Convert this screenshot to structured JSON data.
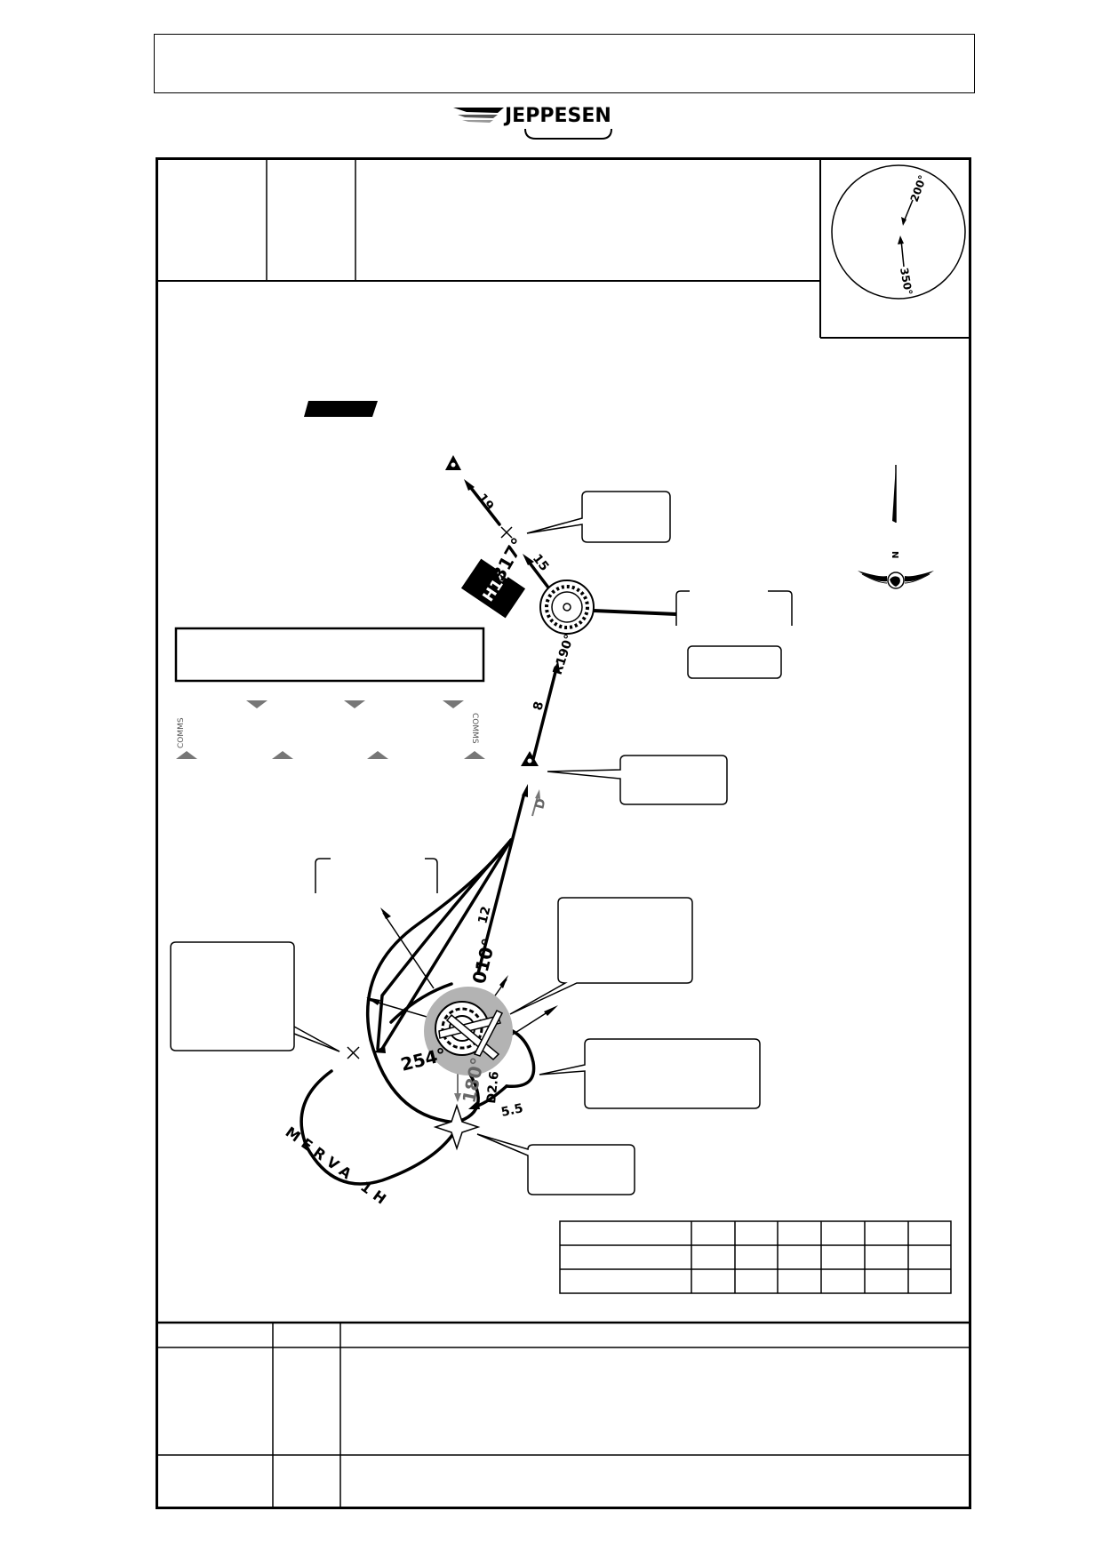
{
  "header": {
    "brand": "JEPPESEN"
  },
  "magnetic_variation": {
    "heading_1": "200°",
    "heading_2": "350°"
  },
  "route": {
    "name": "MERVA 1H",
    "course_317": "317°",
    "course_010": "010°",
    "course_254": "254°",
    "course_180": "180°",
    "radial": "R190°",
    "dme": "D2.6",
    "leg_19": "19",
    "leg_15": "15",
    "leg_8": "8",
    "leg_12": "12",
    "leg_5_5": "5.5",
    "dme_marker": "D",
    "airway": "H14"
  },
  "comms_band": {
    "left_label": "COMMS",
    "right_label": "COMMS"
  },
  "compass": {
    "north_label": "N"
  },
  "colors": {
    "ink": "#000000",
    "airport_halo": "#b3b3b3",
    "comms_marker": "#777777"
  }
}
